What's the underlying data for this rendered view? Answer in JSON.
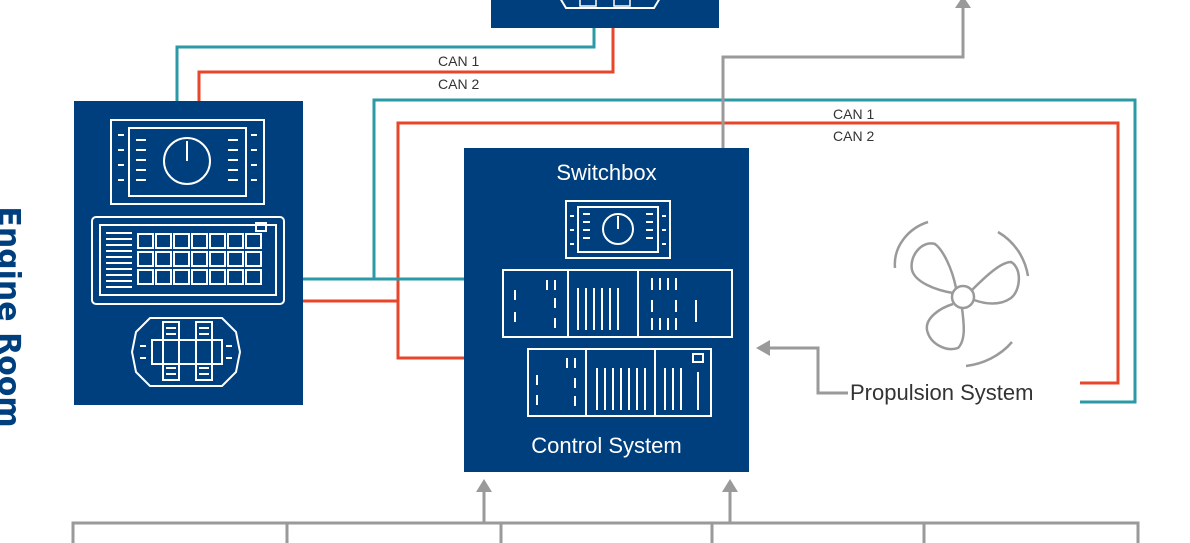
{
  "side_label": "Engine Room",
  "top_link": {
    "can1": "CAN 1",
    "can2": "CAN 2"
  },
  "right_link": {
    "can1": "CAN 1",
    "can2": "CAN 2"
  },
  "switchbox": {
    "title": "Switchbox",
    "subtitle": "Control System"
  },
  "propulsion": {
    "label": "Propulsion System",
    "icon": "propeller-icon"
  },
  "colors": {
    "navy": "#003f7d",
    "teal": "#2a9aa6",
    "red": "#e8462b",
    "gray": "#9a9a9a",
    "white": "#ffffff"
  }
}
